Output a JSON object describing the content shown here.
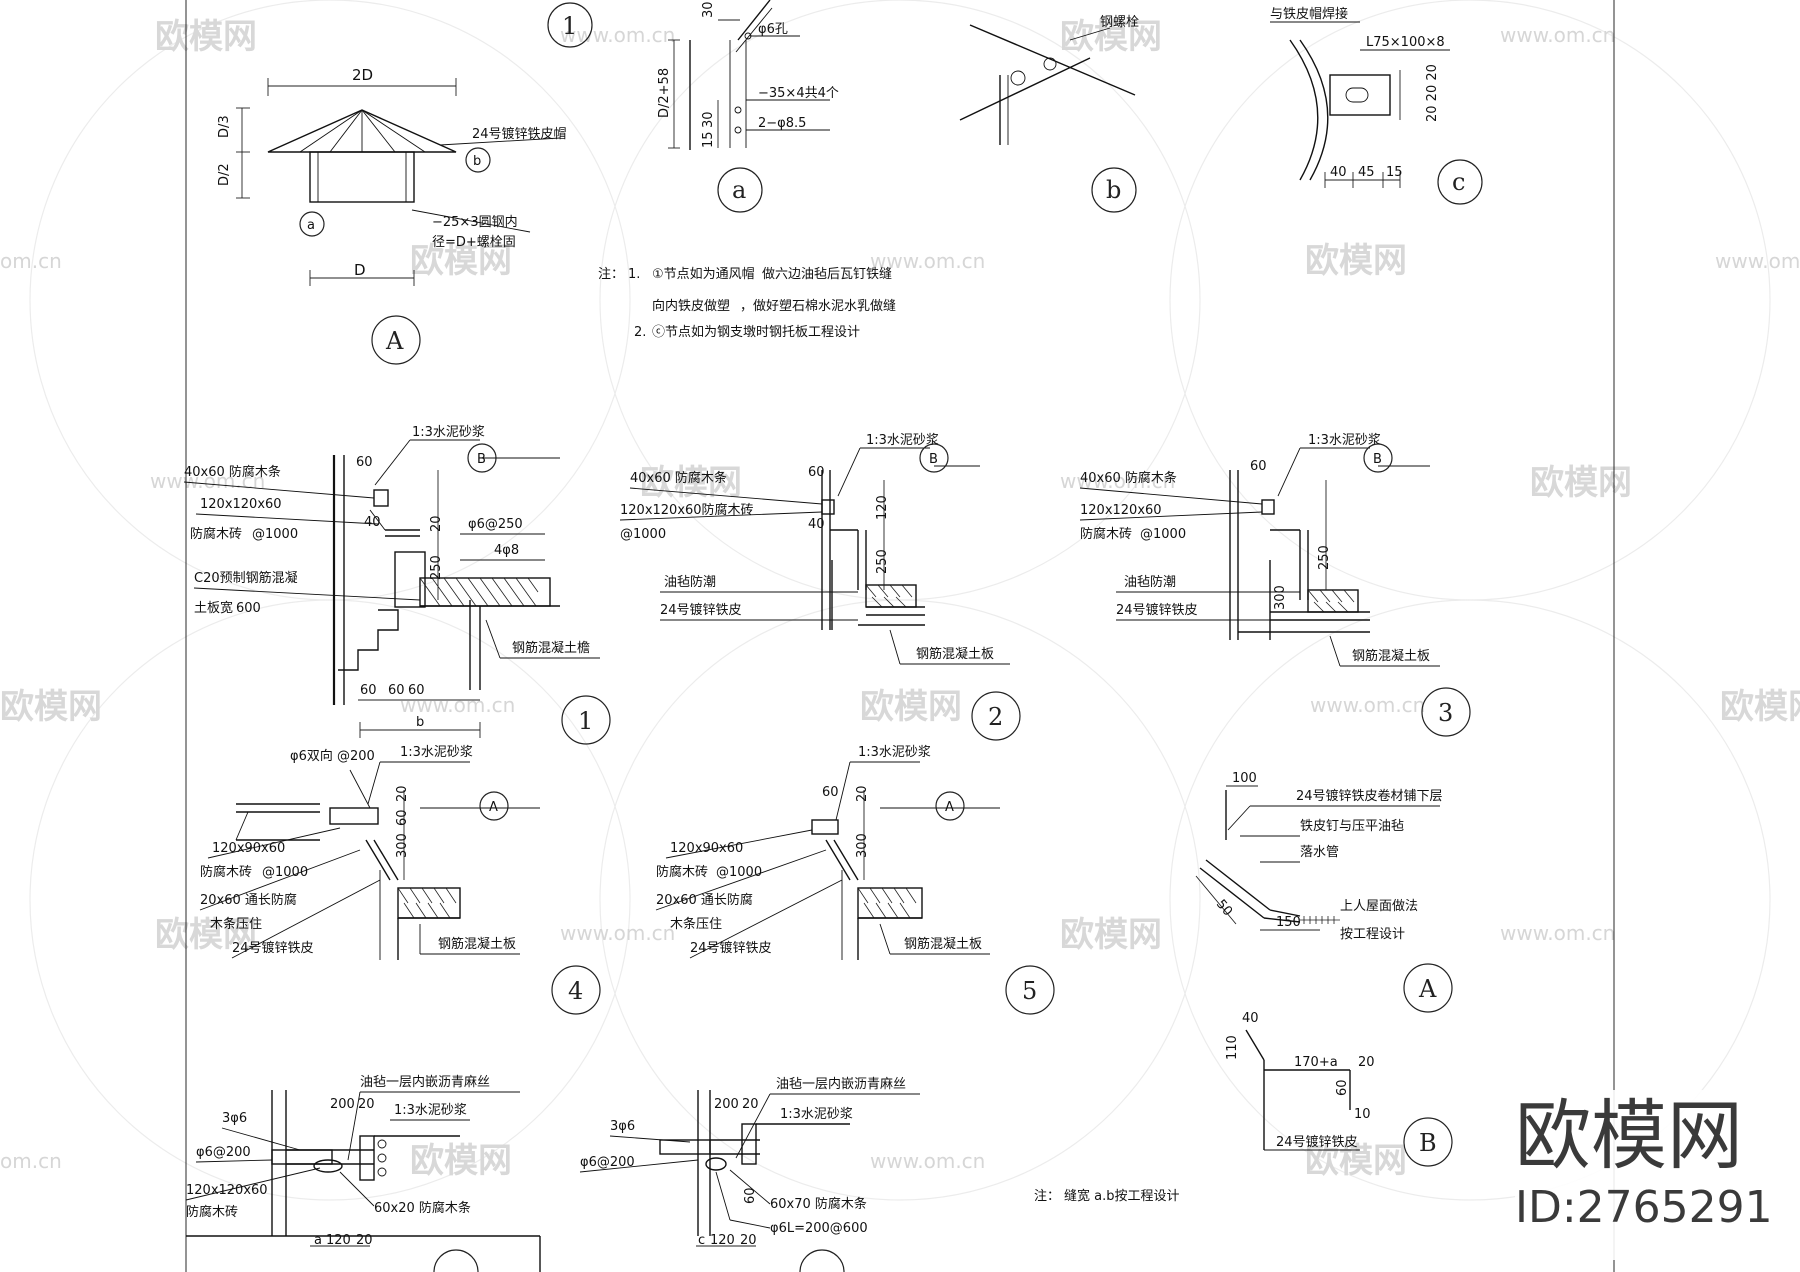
{
  "watermark": {
    "brand": "欧模网",
    "url": "www.om.cn",
    "url_short": "om.cn"
  },
  "brand": {
    "title": "欧模网",
    "id": "ID:2765291"
  },
  "detail_A": {
    "dim_top": "2D",
    "dim_d3": "D/3",
    "dim_d2": "D/2",
    "label_roof": "24号镀锌铁皮帽",
    "label_bar1": "−25×3圆钢内",
    "label_bar2": "径=D+螺栓固",
    "mark_a": "a",
    "mark_b": "b",
    "dim_bottom": "D",
    "mark": "A",
    "top_mark": "1"
  },
  "detail_a": {
    "dim_30": "30",
    "dim_d258": "D/2+58",
    "dim_15": "15",
    "dim_30b": "30",
    "label_hole": "φ6孔",
    "label_bar": "−35×4共4个",
    "label_bolt": "2−φ8.5",
    "mark": "a"
  },
  "detail_b": {
    "label_top": "钢螺栓",
    "mark": "b"
  },
  "detail_c": {
    "label_top": "与铁皮帽焊接",
    "label_angle": "L75×100×8",
    "dim_right": "20 20 20",
    "dim_40": "40",
    "dim_45": "45",
    "dim_15": "15",
    "mark": "c"
  },
  "notes_top": {
    "prefix": "注：",
    "n1_num": "1.",
    "n1_a": "①节点如为通风帽",
    "n1_b": "做六边油毡后瓦钉铁缝",
    "n1_c": "向内铁皮做塑",
    "n1_d": "，做好塑石棉水泥水乳做缝",
    "n2_num": "2.",
    "n2": "ⓒ节点如为钢支墩时钢托板工程设计"
  },
  "detail_1": {
    "lbl_mortar": "1:3水泥砂浆",
    "lbl_strip": "40x60 防腐木条",
    "lbl_brick_size": "120x120x60",
    "lbl_brick": "防腐木砖",
    "lbl_spacing": "@1000",
    "lbl_c20": "C20预制钢筋混凝",
    "lbl_slab": "土板宽",
    "lbl_600": "600",
    "lbl_rebar1": "φ6@250",
    "lbl_rebar2": "4φ8",
    "lbl_concrete": "钢筋混凝土檐",
    "d60": "60",
    "d40": "40",
    "d20": "20",
    "d250": "250",
    "d60b": "60",
    "d60c": "60",
    "d60d": "60",
    "db": "b",
    "mark_b": "B",
    "mark": "1"
  },
  "detail_2": {
    "lbl_mortar": "1:3水泥砂浆",
    "lbl_strip": "40x60 防腐木条",
    "lbl_brick": "120x120x60防腐木砖",
    "lbl_spacing": "@1000",
    "lbl_felt": "油毡防潮",
    "lbl_iron": "24号镀锌铁皮",
    "lbl_concrete": "钢筋混凝土板",
    "d60": "60",
    "d40": "40",
    "d250": "250",
    "d120": "120",
    "mark_b": "B",
    "mark": "2"
  },
  "detail_3": {
    "lbl_mortar": "1:3水泥砂浆",
    "lbl_strip": "40x60 防腐木条",
    "lbl_brick_size": "120x120x60",
    "lbl_brick": "防腐木砖",
    "lbl_spacing": "@1000",
    "lbl_felt": "油毡防潮",
    "lbl_iron": "24号镀锌铁皮",
    "lbl_concrete": "钢筋混凝土板",
    "d60": "60",
    "d250": "250",
    "d300": "300",
    "mark_b": "B",
    "mark": "3"
  },
  "detail_4": {
    "lbl_rebar": "φ6双向 @200",
    "lbl_mortar": "1:3水泥砂浆",
    "lbl_brick_size": "120x90x60",
    "lbl_brick": "防腐木砖",
    "lbl_spacing": "@1000",
    "lbl_strip": "20x60 通长防腐",
    "lbl_wood": "木条压住",
    "lbl_iron": "24号镀锌铁皮",
    "lbl_concrete": "钢筋混凝土板",
    "d300": "300",
    "d60": "60",
    "d20": "20",
    "mark_a": "A",
    "mark": "4"
  },
  "detail_5": {
    "lbl_mortar": "1:3水泥砂浆",
    "lbl_brick_size": "120x90x60",
    "lbl_brick": "防腐木砖",
    "lbl_spacing": "@1000",
    "lbl_strip": "20x60 通长防腐",
    "lbl_wood": "木条压住",
    "lbl_iron": "24号镀锌铁皮",
    "lbl_concrete": "钢筋混凝土板",
    "d60": "60",
    "d300": "300",
    "d20": "20",
    "mark_a": "A",
    "mark": "5"
  },
  "detail_A2": {
    "d100": "100",
    "lbl_iron": "24号镀锌铁皮卷材铺下层",
    "lbl_nail": "铁皮钉与压平油毡",
    "lbl_pipe": "落水管",
    "d50": "50",
    "d150": "150",
    "lbl_roof": "上人屋面做法",
    "lbl_design": "按工程设计",
    "mark": "A"
  },
  "detail_B2": {
    "d40": "40",
    "d110": "110",
    "d170": "170+a",
    "d20": "20",
    "d60": "60",
    "d10": "10",
    "lbl_iron": "24号镀锌铁皮",
    "mark": "B"
  },
  "detail_6": {
    "lbl_felt": "油毡一层内嵌沥青麻丝",
    "lbl_mortar": "1:3水泥砂浆",
    "lbl_3phi6": "3φ6",
    "lbl_rebar": "φ6@200",
    "lbl_brick_size": "120x120x60",
    "lbl_brick": "防腐木砖",
    "lbl_strip": "60x20 防腐木条",
    "d200": "200",
    "d20": "20",
    "dbot1": "a",
    "dbot2": "120",
    "dbot3": "20"
  },
  "detail_7": {
    "lbl_felt": "油毡一层内嵌沥青麻丝",
    "lbl_mortar": "1:3水泥砂浆",
    "lbl_3phi6": "3φ6",
    "lbl_rebar": "φ6@200",
    "lbl_strip": "60x70 防腐木条",
    "lbl_rebar2": "φ6L=200@600",
    "d200": "200",
    "d20": "20",
    "d60": "60",
    "dbot1": "c",
    "dbot2": "120",
    "dbot3": "20"
  },
  "notes_bottom": {
    "prefix": "注：",
    "text": "缝宽 a.b按工程设计"
  }
}
